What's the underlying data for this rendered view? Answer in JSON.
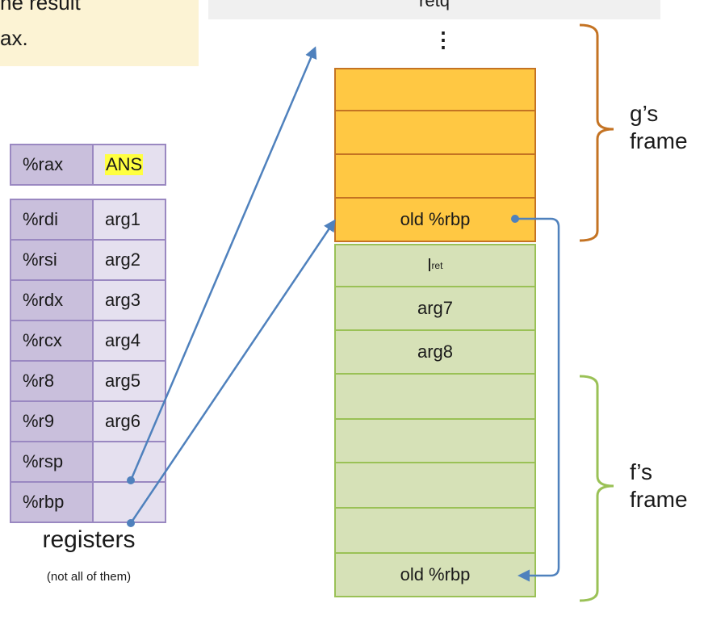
{
  "note": {
    "line1": "he result",
    "line2": "ax."
  },
  "code_strip": {
    "text": "retq"
  },
  "ellipsis": "⋮",
  "registers": [
    {
      "name": "%rax",
      "value": "ANS",
      "highlight": true
    },
    {
      "name": "%rdi",
      "value": "arg1"
    },
    {
      "name": "%rsi",
      "value": "arg2"
    },
    {
      "name": "%rdx",
      "value": "arg3"
    },
    {
      "name": "%rcx",
      "value": "arg4"
    },
    {
      "name": "%r8",
      "value": "arg5"
    },
    {
      "name": "%r9",
      "value": "arg6"
    },
    {
      "name": "%rsp",
      "value": ""
    },
    {
      "name": "%rbp",
      "value": ""
    }
  ],
  "registers_caption": "registers",
  "registers_subcaption": "(not all of them)",
  "stack": {
    "g_cells": [
      "",
      "",
      "",
      "old %rbp"
    ],
    "f_cells": [
      "l_ret",
      "arg7",
      "arg8",
      "",
      "",
      "",
      "",
      "old %rbp"
    ],
    "lret_main": "l",
    "lret_sub": "ret"
  },
  "frames": {
    "g_label_line1": "g’s",
    "g_label_line2": "frame",
    "f_label_line1": "f’s",
    "f_label_line2": "frame"
  },
  "colors": {
    "g_frame": "#ffc843",
    "g_border": "#c47323",
    "f_frame": "#d6e1b7",
    "f_border": "#9ac156",
    "register_name": "#c9bfdc",
    "register_value": "#e5e0ef",
    "arrow": "#4f81bd",
    "highlight": "#ffff40"
  }
}
